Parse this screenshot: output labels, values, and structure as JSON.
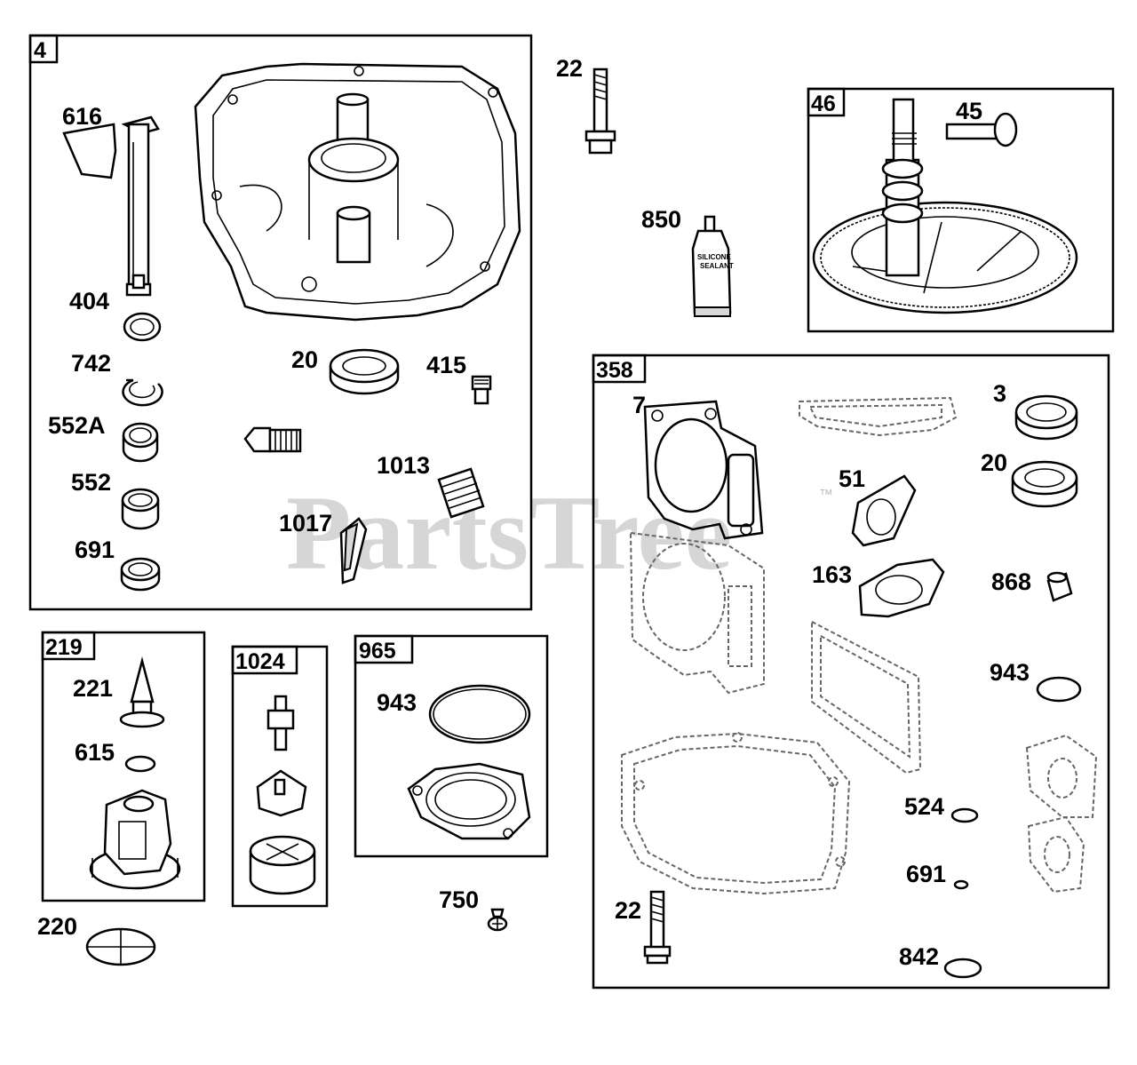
{
  "watermark": {
    "text": "PartsTree",
    "trademark": "™"
  },
  "boxes": {
    "b4": "4",
    "b46": "46",
    "b358": "358",
    "b219": "219",
    "b1024": "1024",
    "b965": "965"
  },
  "labels": {
    "p616": "616",
    "p404": "404",
    "p742": "742",
    "p552a": "552A",
    "p552": "552",
    "p691a": "691",
    "p20a": "20",
    "p415": "415",
    "p1013": "1013",
    "p1017": "1017",
    "p22a": "22",
    "p850": "850",
    "p45": "45",
    "p7": "7",
    "p3": "3",
    "p20b": "20",
    "p51": "51",
    "p163": "163",
    "p868": "868",
    "p943b": "943",
    "p524": "524",
    "p691b": "691",
    "p22b": "22",
    "p842": "842",
    "p221": "221",
    "p615": "615",
    "p220": "220",
    "p943a": "943",
    "p750": "750"
  },
  "tube_text": {
    "line1": "SILICONE",
    "line2": "SEALANT"
  }
}
